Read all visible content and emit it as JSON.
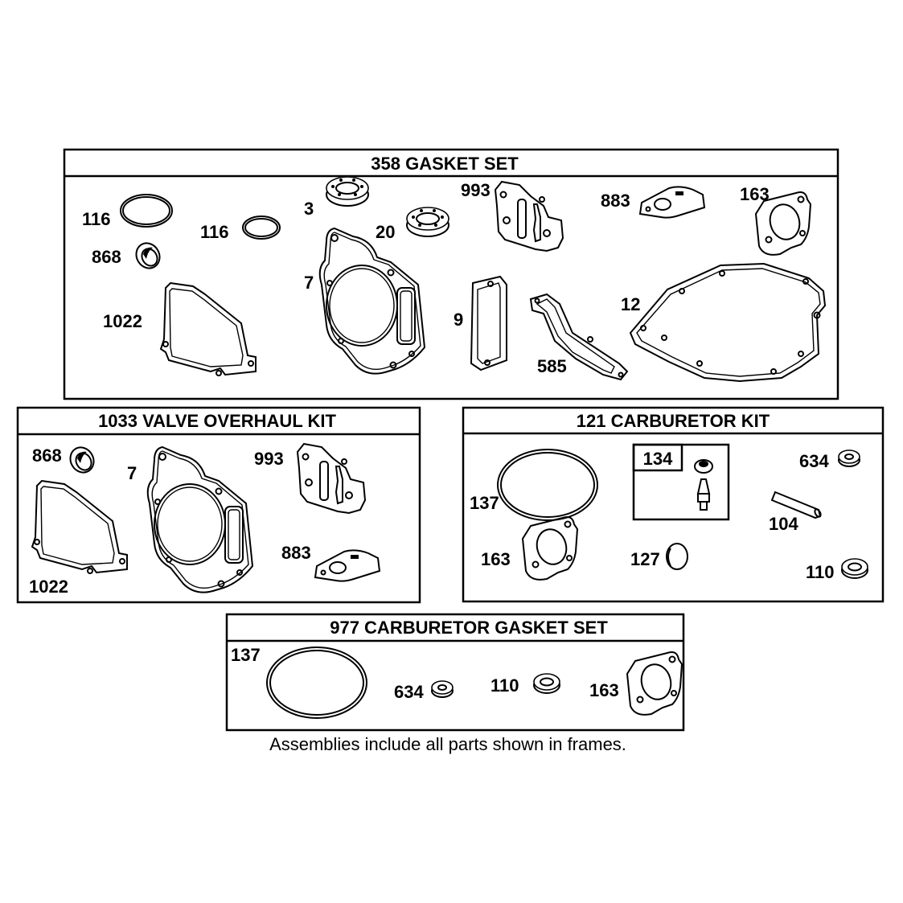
{
  "frames": {
    "gasket_set": {
      "title": "358 GASKET SET",
      "labels": {
        "p116a": "116",
        "p116b": "116",
        "p868": "868",
        "p1022": "1022",
        "p3": "3",
        "p7": "7",
        "p20": "20",
        "p993": "993",
        "p9": "9",
        "p585": "585",
        "p883": "883",
        "p163": "163",
        "p12": "12"
      }
    },
    "valve_kit": {
      "title": "1033 VALVE OVERHAUL KIT",
      "labels": {
        "p868": "868",
        "p7": "7",
        "p993": "993",
        "p883": "883",
        "p1022": "1022"
      }
    },
    "carb_kit": {
      "title": "121 CARBURETOR KIT",
      "labels": {
        "p137": "137",
        "p134": "134",
        "p634": "634",
        "p104": "104",
        "p163": "163",
        "p127": "127",
        "p110": "110"
      }
    },
    "carb_gasket_set": {
      "title": "977 CARBURETOR  GASKET SET",
      "labels": {
        "p137": "137",
        "p634": "634",
        "p110": "110",
        "p163": "163"
      }
    }
  },
  "footer": {
    "caption": "Assemblies include all parts shown in frames."
  }
}
